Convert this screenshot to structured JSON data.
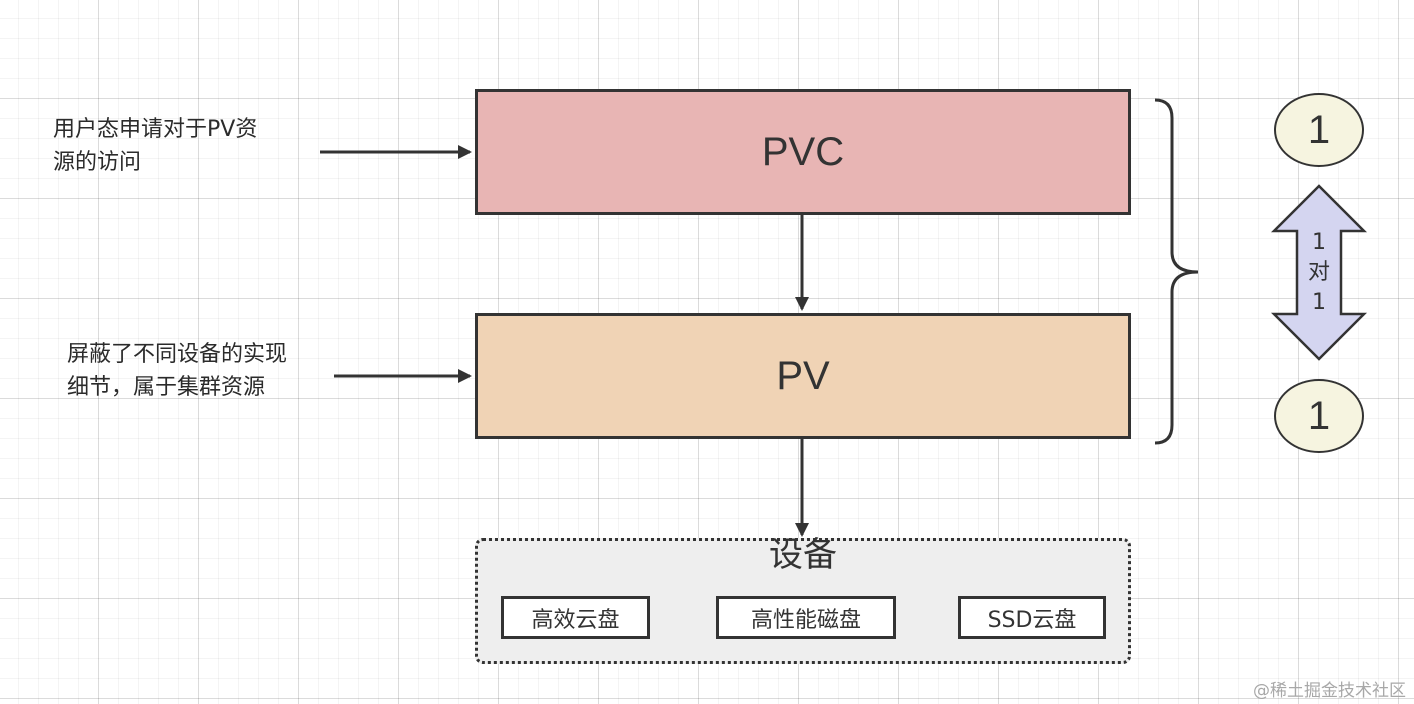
{
  "annotations": {
    "pvc_line1": "用户态申请对于PV资",
    "pvc_line2": "源的访问",
    "pv_line1": "屏蔽了不同设备的实现",
    "pv_line2": "细节，属于集群资源"
  },
  "boxes": {
    "pvc": "PVC",
    "pv": "PV"
  },
  "devices": {
    "title": "设备",
    "items": [
      "高效云盘",
      "高性能磁盘",
      "SSD云盘"
    ]
  },
  "relation": {
    "top_count": "1",
    "bottom_count": "1",
    "label_parts": [
      "1",
      "对",
      "1"
    ]
  },
  "watermark": "@稀土掘金技术社区",
  "colors": {
    "pvc_fill": "#e8b5b4",
    "pv_fill": "#f0d3b5",
    "devices_fill": "#eeeeee",
    "circle_fill": "#f6f4e0",
    "double_arrow_fill": "#d4d5f0",
    "stroke": "#333333"
  }
}
